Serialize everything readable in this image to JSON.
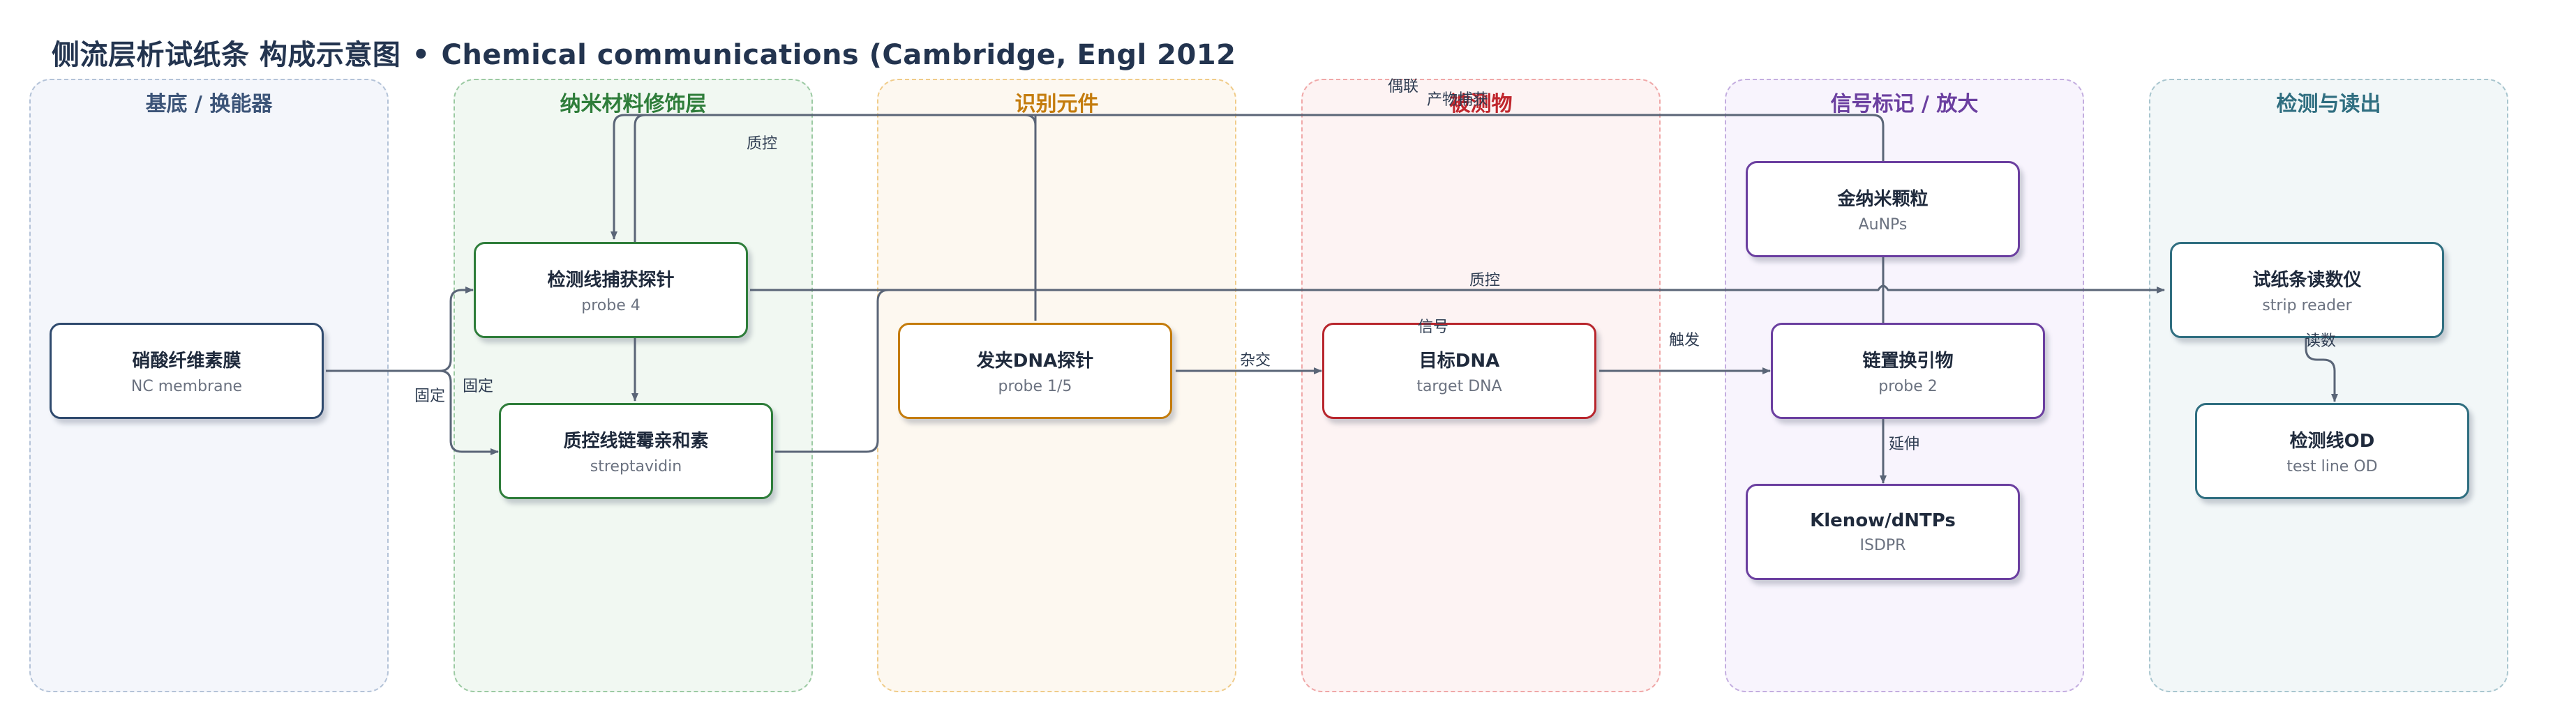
{
  "title": {
    "main": "侧流层析试纸条 构成示意图",
    "separator": "•",
    "source": "Chemical communications (Cambridge, Engl 2012"
  },
  "colors": {
    "ink": "#23344f",
    "edge": "#5a6577",
    "lanes": {
      "substrate": {
        "border": "#b4c3d8",
        "fill": "#f4f6fb",
        "text": "#3c5478",
        "node": "#2f4a6e"
      },
      "nano": {
        "border": "#9ccaa3",
        "fill": "#f1f8f2",
        "text": "#2e7d3a",
        "node": "#2e7d3a"
      },
      "recog": {
        "border": "#f0cc8a",
        "fill": "#fdf8f0",
        "text": "#c47c0d",
        "node": "#c47c0d"
      },
      "analyte": {
        "border": "#f0a8a8",
        "fill": "#fdf3f3",
        "text": "#c0262d",
        "node": "#b8262d"
      },
      "signal": {
        "border": "#c4aee0",
        "fill": "#f8f4fd",
        "text": "#6b3fa0",
        "node": "#6b3fa0"
      },
      "detect": {
        "border": "#a9c6cf",
        "fill": "#f2f7f8",
        "text": "#2f6e80",
        "node": "#2f6e80"
      }
    }
  },
  "lanes": [
    {
      "key": "substrate",
      "label": "基底 / 换能器"
    },
    {
      "key": "nano",
      "label": "纳米材料修饰层"
    },
    {
      "key": "recog",
      "label": "识别元件"
    },
    {
      "key": "analyte",
      "label": "被测物"
    },
    {
      "key": "signal",
      "label": "信号标记 / 放大"
    },
    {
      "key": "detect",
      "label": "检测与读出"
    }
  ],
  "nodes": {
    "nc": {
      "name": "硝酸纤维素膜",
      "sub": "NC membrane"
    },
    "capture": {
      "name": "检测线捕获探针",
      "sub": "probe 4"
    },
    "strep": {
      "name": "质控线链霉亲和素",
      "sub": "streptavidin"
    },
    "hairpin": {
      "name": "发夹DNA探针",
      "sub": "probe 1/5"
    },
    "target": {
      "name": "目标DNA",
      "sub": "target DNA"
    },
    "aunp": {
      "name": "金纳米颗粒",
      "sub": "AuNPs"
    },
    "sdp": {
      "name": "链置换引物",
      "sub": "probe 2"
    },
    "klenow": {
      "name": "Klenow/dNTPs",
      "sub": "ISDPR"
    },
    "reader": {
      "name": "试纸条读数仪",
      "sub": "strip reader"
    },
    "od": {
      "name": "检测线OD",
      "sub": "test line OD"
    }
  },
  "edge_labels": {
    "fix1": "固定",
    "fix2": "固定",
    "qc_top": "质控",
    "qc_mid": "质控",
    "hybrid": "杂交",
    "trigger": "触发",
    "signal": "信号",
    "couple": "偶联",
    "capture": "产物捕获",
    "extend": "延伸",
    "read": "读数"
  }
}
